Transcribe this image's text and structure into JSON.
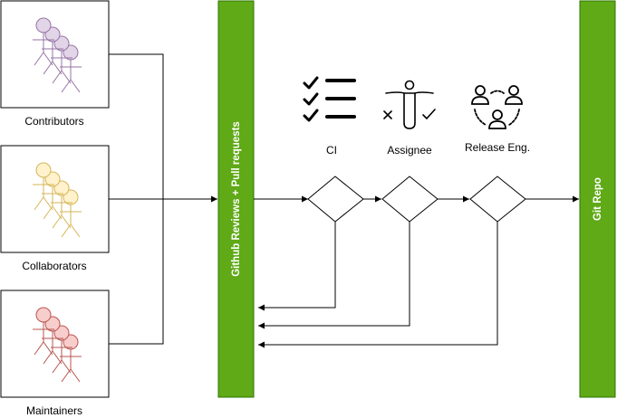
{
  "colors": {
    "bar_green": "#60a917",
    "bar_border": "#2d7600",
    "line": "#000000",
    "contributors_fill": "#e1d5e7",
    "contributors_stroke": "#9673a6",
    "collaborators_fill": "#fff2cc",
    "collaborators_stroke": "#d6b656",
    "maintainers_fill": "#f8cecc",
    "maintainers_stroke": "#b85450"
  },
  "groups": [
    {
      "label": "Contributors",
      "icon": "people-group-icon"
    },
    {
      "label": "Collaborators",
      "icon": "people-group-icon"
    },
    {
      "label": "Maintainers",
      "icon": "people-group-icon"
    }
  ],
  "review_bar": {
    "label": "Github Reviews + Pull requests"
  },
  "repo_bar": {
    "label": "Git Repo"
  },
  "gates": [
    {
      "label": "CI",
      "icon": "checklist-icon"
    },
    {
      "label": "Assignee",
      "icon": "person-decision-icon"
    },
    {
      "label": "Release Eng.",
      "icon": "team-cycle-icon"
    }
  ]
}
